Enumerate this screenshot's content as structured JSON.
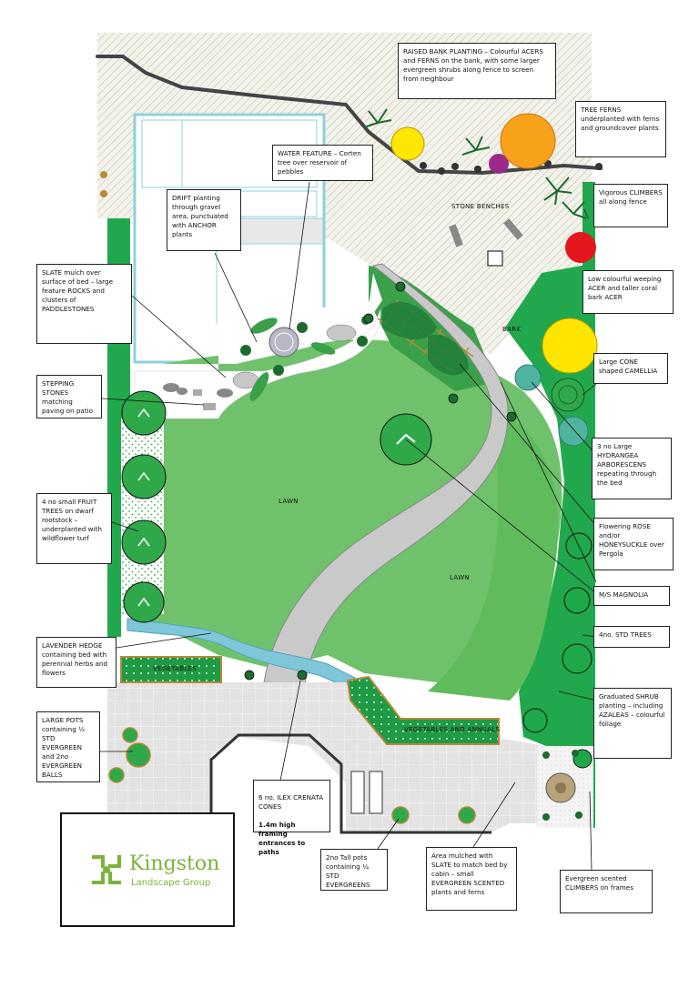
{
  "labels": {
    "raised_bank": "RAISED BANK PLANTING – Colourful ACERS and FERNS on the bank, with some larger evergreen shrubs along fence to screen from neighbour",
    "tree_ferns": "TREE FERNS underplanted with ferns and groundcover plants",
    "water_feature": "WATER FEATURE – Corten tree over reservoir of pebbles",
    "drift_planting": "DRIFT planting through gravel area, punctuated with ANCHOR plants",
    "climbers": "Vigorous CLIMBERS all along fence",
    "weeping_acer": "Low colourful weeping ACER and taller coral bark ACER",
    "slate_mulch": "SLATE mulch over surface of bed – large feature ROCKS and clusters of PADDLESTONES",
    "camellia": "Large CONE shaped CAMELLIA",
    "stepping_stones": "STEPPING STONES matching paving on patio",
    "hydrangea": "3 no Large HYDRANGEA ARBORESCENS repeating through the bed",
    "fruit_trees": "4 no small FRUIT TREES on dwarf rootstock – underplanted with wildflower turf",
    "rose": "Flowering ROSE and/or HONEYSUCKLE over Pergola",
    "magnolia": "M/S MAGNOLIA",
    "std_trees": "4no. STD TREES",
    "lavender": "LAVENDER HEDGE containing bed with perennial herbs and flowers",
    "shrub": "Graduated SHRUB planting – including AZALEAS – colourful foliage",
    "large_pots": "LARGE POTS containing ½ STD EVERGREEN and 2no EVERGREEN BALLS",
    "ilex_a": "6 no. ILEX CRENATA CONES",
    "ilex_b": "1.4m high framing entrances to paths",
    "tall_pots": "2no Tall pots containing ¼ STD EVERGREENS",
    "area_mulched": "Area mulched with SLATE to match bed by cabin – small EVERGREEN SCENTED plants and ferns",
    "evergreen_climbers": "Evergreen scented CLIMBERS on frames"
  },
  "map_text": {
    "stone_benches": "STONE BENCHES",
    "bark": "BARK",
    "lawn_1": "LAWN",
    "lawn_2": "LAWN",
    "vegetables": "VEGETABLES",
    "veg_annuals": "VEGETABLES AND ANNUALS"
  },
  "logo": {
    "name": "Kingston",
    "sub": "Landscape Group"
  },
  "colors": {
    "lawn": "#6fc26b",
    "lawn_dark": "#3aa04a",
    "border_green": "#1fa84a",
    "paving": "#e1e1e1",
    "path": "#c9c9c9",
    "hatch": "#d8d8c8",
    "water": "#7ec6d8",
    "logo_green": "#7bb33a",
    "yellow_acer": "#ffe600",
    "orange_acer": "#f7a21a",
    "red_acer": "#e4171f",
    "purple_acer": "#9b2a8a"
  }
}
